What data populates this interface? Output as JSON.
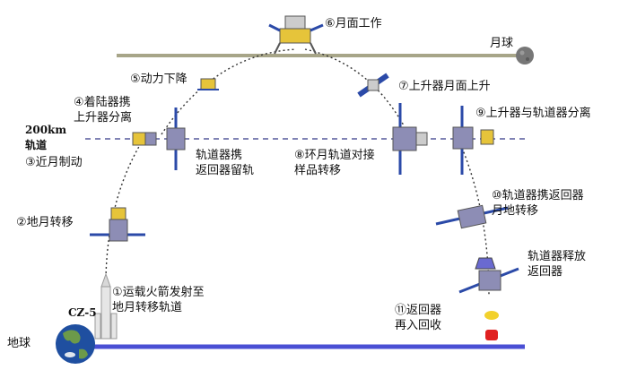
{
  "lines": {
    "orbit_label": "200km\n轨道",
    "moon_label": "月球",
    "earth_label": "地球",
    "rocket_label": "CZ-5"
  },
  "steps": {
    "s1": "①运载火箭发射至\n地月转移轨道",
    "s2": "②地月转移",
    "s3": "③近月制动",
    "s4": "④着陆器携\n上升器分离",
    "s5": "⑤动力下降",
    "s6": "⑥月面工作",
    "s7": "⑦上升器月面上升",
    "s8": "⑧环月轨道对接\n样品转移",
    "s9": "⑨上升器与轨道器分离",
    "s10": "⑩轨道器携返回器\n月地转移",
    "s11": "⑪返回器\n再入回收",
    "orbiter_stay": "轨道器携\n返回器留轨",
    "release": "轨道器释放\n返回器"
  },
  "colors": {
    "surface_line": "#a7a588",
    "earth_line": "#4a4fd4",
    "orbit_dash": "#565a9c",
    "trajectory": "#333333",
    "panel_blue": "#2b4aa8",
    "capsule": "#8d8db5"
  }
}
